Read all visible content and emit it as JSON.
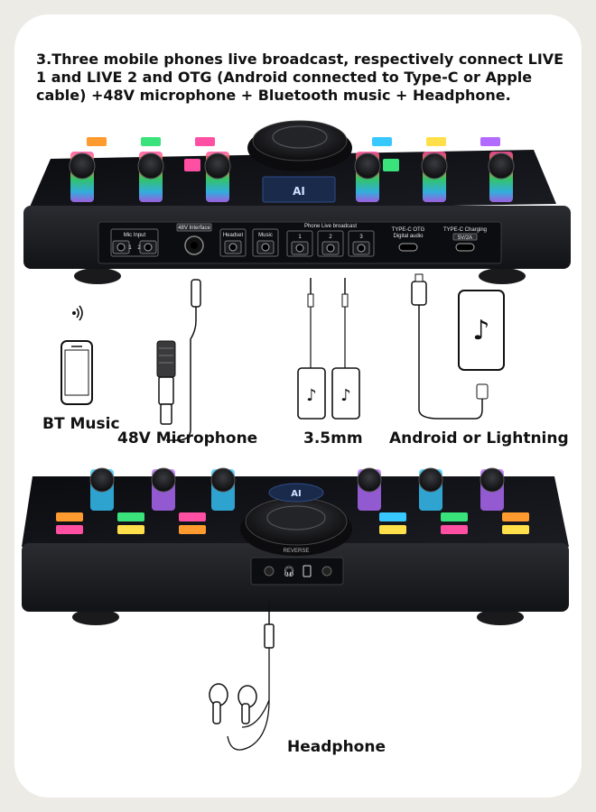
{
  "headline": "3.Three mobile phones live broadcast, respectively connect LIVE 1 and LIVE 2 and OTG (Android connected to Type-C or Apple cable) +48V microphone + Bluetooth music + Headphone.",
  "rear_panel": {
    "ports": [
      "Mic Input",
      "48V Interface",
      "Headset",
      "Music",
      "Phone Live broadcast",
      "TYPE-C OTG",
      "TYPE-C Charging"
    ],
    "live_numbers": [
      "1",
      "2",
      "3"
    ],
    "mic_jack_numbers": [
      "1",
      "2"
    ],
    "otg_sub": "Digital audio",
    "charging_sub": "5V/2A"
  },
  "labels": {
    "bt_music": "BT Music",
    "microphone": "48V Microphone",
    "jack": "3.5mm",
    "android_lightning": "Android or Lightning",
    "headphone": "Headphone"
  },
  "front_panel": {
    "reverse_label": "REVERSE"
  },
  "colors": {
    "device_body": "#1c1d21",
    "panel": "#0e0f12",
    "glow_blue": "#37c8ff",
    "glow_purple": "#b36bff",
    "glow_pink": "#ff4fa3",
    "glow_green": "#39e27a",
    "glow_orange": "#ff9a2e",
    "glow_yellow": "#ffe04a"
  },
  "icons": [
    "bluetooth-signal-icon",
    "smartphone-icon",
    "tiktok-logo-icon",
    "microphone-icon",
    "earphone-icon",
    "headphone-icon"
  ]
}
